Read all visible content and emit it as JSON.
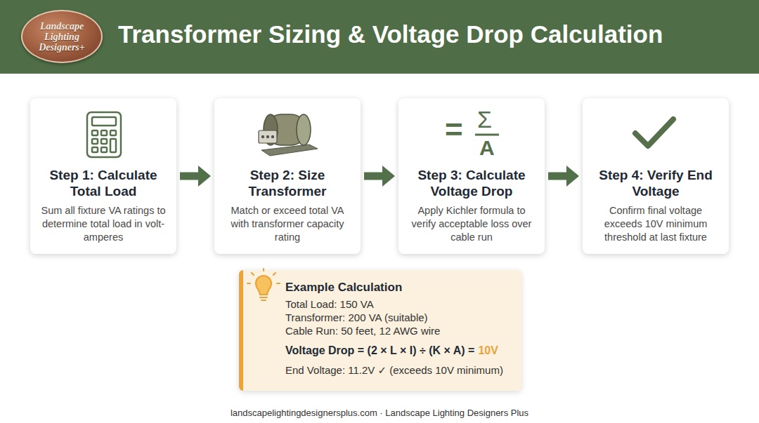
{
  "diagram": {
    "title": "Transformer Sizing & Voltage Drop Calculation",
    "caption": "landscapelightingdesignersplus.com · Landscape Lighting Designers Plus",
    "nodes": [
      {
        "text": [
          "Landscape Lighting Designers+"
        ]
      },
      {
        "text": [
          "Step 1: Calculate Total Load",
          "Sum all fixture VA ratings to determine total load in volt-amperes"
        ]
      },
      {
        "text": [
          "Step 2: Size Transformer",
          "Match or exceed total VA with transformer capacity rating"
        ]
      },
      {
        "text": [
          "Step 3: Calculate Voltage Drop",
          "Apply Kichler formula to verify acceptable loss over cable run"
        ]
      },
      {
        "text": [
          "Step 4: Verify End Voltage",
          "Confirm final voltage exceeds 10V minimum threshold at last fixture"
        ]
      },
      {
        "text": [
          "Example Calculation",
          "Total Load: 150 VA",
          "Transformer: 200 VA (suitable)",
          "Cable Run: 50 feet, 12 AWG wire",
          "Voltage Drop = (2 × L × I) ÷ (K × A) =",
          "10V",
          "End Voltage: 11.2V ✓ (exceeds 10V minimum)"
        ]
      }
    ],
    "edges": [
      {
        "from": 1,
        "to": 2,
        "arrow": "to"
      },
      {
        "from": 2,
        "to": 3,
        "arrow": "to"
      },
      {
        "from": 3,
        "to": 4,
        "arrow": "to"
      }
    ],
    "labels": [
      "=",
      "Σ",
      "A"
    ]
  }
}
